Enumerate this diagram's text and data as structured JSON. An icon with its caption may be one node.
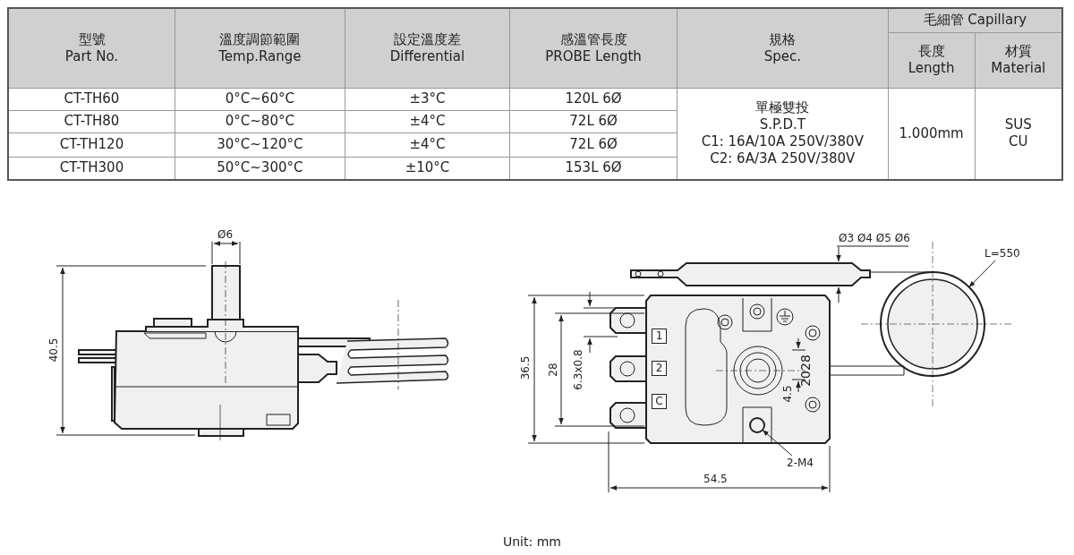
{
  "diagram": {
    "nodes": [
      {
        "text": [
          "1"
        ]
      },
      {
        "text": [
          "2"
        ]
      },
      {
        "text": [
          "C"
        ]
      },
      {
        "text": [
          "2-M4"
        ]
      },
      {
        "text": [],
        "shape": "circle"
      },
      {
        "text": [
          "L=550"
        ]
      },
      {
        "text": [],
        "shape": "circle"
      }
    ],
    "edges": [
      {
        "from": 3,
        "to": 4,
        "arrow": "to"
      },
      {
        "from": 5,
        "to": 6,
        "arrow": "to"
      }
    ],
    "labels": [
      "型號",
      "Part No.",
      "溫度調節範圍",
      "Temp.Range",
      "設定溫度差",
      "Differential",
      "感溫管長度",
      "PROBE Length",
      "規格",
      "Spec.",
      "毛細管 Capillary",
      "長度",
      "Length",
      "材質",
      "Material",
      "CT-TH60",
      "0°C~60°C",
      "±3°C",
      "120L  6Ø",
      "單極雙投",
      "S.P.D.T",
      "C1: 16A/10A 250V/380V",
      "C2: 6A/3A 250V/380V",
      "1.000mm",
      "SUS",
      "CU",
      "CT-TH80",
      "0°C~80°C",
      "±4°C",
      "72L  6Ø",
      "CT-TH120",
      "30°C~120°C",
      "±4°C",
      "72L  6Ø",
      "CT-TH300",
      "50°C~300°C",
      "±10°C",
      "153L  6Ø",
      "Ø6",
      "40.5",
      "Ø3 Ø4 Ø5 Ø6",
      "36.5",
      "28",
      "6.3x0.8",
      "2028",
      "4.5",
      "54.5",
      "Unit: mm"
    ]
  }
}
